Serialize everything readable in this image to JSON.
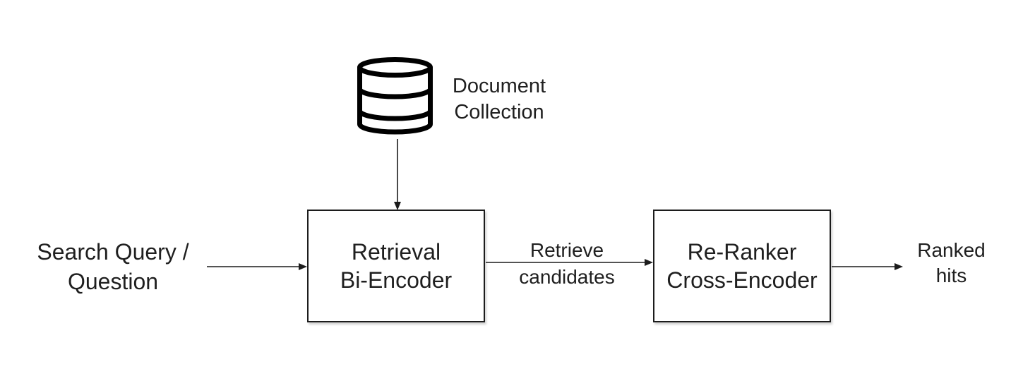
{
  "colors": {
    "background": "#ffffff",
    "text": "#1f1f1f",
    "box_border": "#1c1c1c",
    "box_fill": "#ffffff",
    "arrow": "#1c1c1c",
    "database_icon": "#000000"
  },
  "icons": {
    "document_collection": "database-icon"
  },
  "nodes": {
    "document_collection": {
      "line1": "Document",
      "line2": "Collection"
    },
    "search_query": {
      "line1": "Search Query /",
      "line2": "Question"
    },
    "retrieval_bi_encoder": {
      "line1": "Retrieval",
      "line2": "Bi-Encoder"
    },
    "re_ranker_cross_encoder": {
      "line1": "Re-Ranker",
      "line2": "Cross-Encoder"
    },
    "ranked_hits": {
      "line1": "Ranked",
      "line2": "hits"
    }
  },
  "edges": {
    "query_to_retrieval": {
      "from": "search_query",
      "to": "retrieval_bi_encoder"
    },
    "collection_to_retrieval": {
      "from": "document_collection",
      "to": "retrieval_bi_encoder"
    },
    "retrieval_to_reranker": {
      "from": "retrieval_bi_encoder",
      "to": "re_ranker_cross_encoder",
      "label_line1": "Retrieve",
      "label_line2": "candidates"
    },
    "reranker_to_ranked_hits": {
      "from": "re_ranker_cross_encoder",
      "to": "ranked_hits"
    }
  }
}
